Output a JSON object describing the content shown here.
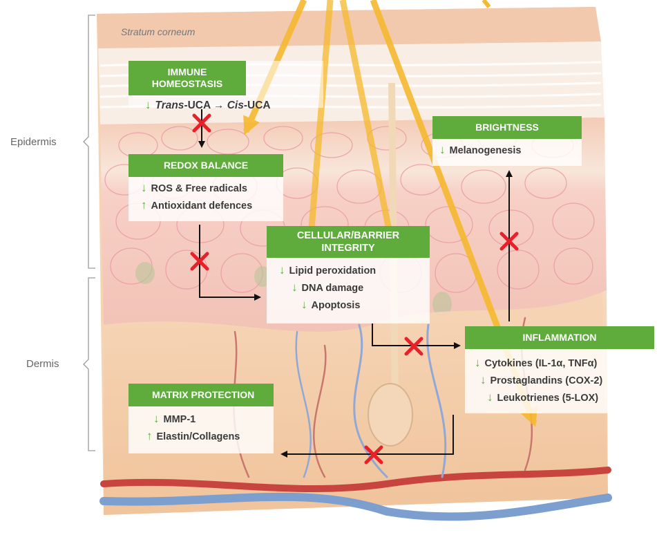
{
  "labels": {
    "stratum": "Stratum corneum",
    "epidermis": "Epidermis",
    "dermis": "Dermis"
  },
  "colors": {
    "header_green": "#5fac3d",
    "arrow_green": "#5fac3d",
    "uv_ray": "#f5b82e",
    "block_x": "#e8202a"
  },
  "boxes": {
    "immune": {
      "title": "IMMUNE HOMEOSTASIS",
      "line1": {
        "arrow": "↓",
        "trans": "Trans",
        "uca1": "-UCA → ",
        "cis": "Cis",
        "uca2": "-UCA"
      }
    },
    "redox": {
      "title": "REDOX BALANCE",
      "lines": [
        {
          "arrow": "↓",
          "text": "ROS & Free radicals"
        },
        {
          "arrow": "↑",
          "text": "Antioxidant defences"
        }
      ]
    },
    "cellular": {
      "title": "CELLULAR/BARRIER INTEGRITY",
      "lines": [
        {
          "arrow": "↓",
          "text": "Lipid peroxidation"
        },
        {
          "arrow": "↓",
          "text": "DNA damage"
        },
        {
          "arrow": "↓",
          "text": "Apoptosis"
        }
      ]
    },
    "brightness": {
      "title": "BRIGHTNESS",
      "lines": [
        {
          "arrow": "↓",
          "text": "Melanogenesis"
        }
      ]
    },
    "inflammation": {
      "title": "INFLAMMATION",
      "lines": [
        {
          "arrow": "↓",
          "text": "Cytokines (IL-1α, TNFα)"
        },
        {
          "arrow": "↓",
          "text": "Prostaglandins (COX-2)"
        },
        {
          "arrow": "↓",
          "text": "Leukotrienes (5-LOX)"
        }
      ]
    },
    "matrix": {
      "title": "MATRIX PROTECTION",
      "lines": [
        {
          "arrow": "↓",
          "text": "MMP-1"
        },
        {
          "arrow": "↑",
          "text": "Elastin/Collagens"
        }
      ]
    }
  }
}
